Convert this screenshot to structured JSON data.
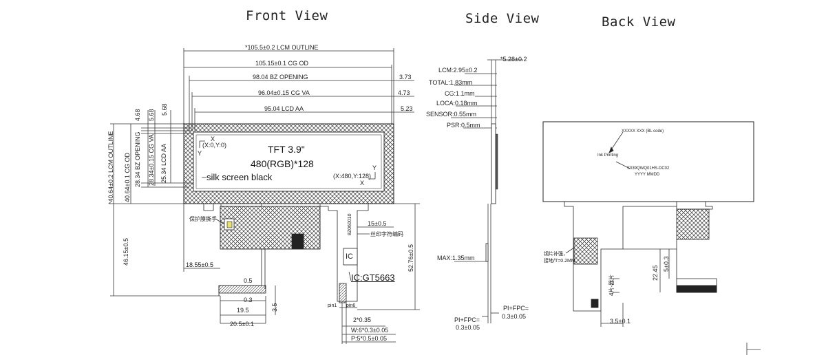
{
  "titles": {
    "front": "Front View",
    "side": "Side View",
    "back": "Back View"
  },
  "front": {
    "dims_h": {
      "lcm_outline": "*105.5±0.2 LCM OUTLINE",
      "cg_od": "105.15±0.1 CG OD",
      "bz_opening": "98.04 BZ OPENING",
      "cg_va": "96.04±0.15 CG VA",
      "lcd_aa": "95.04 LCD AA",
      "off_373": "3.73",
      "off_473": "4.73",
      "off_523": "5.23"
    },
    "dims_v": {
      "lcm_outline": "*40.64±0.2 LCM OUTLINE",
      "cg_od": "40.64±0.1 CG OD",
      "bz_opening": "28.34 BZ OPENING",
      "cg_va": "28.34±0.15 CG VA",
      "lcd_aa": "25.34 LCD AA",
      "off_468": "4.68",
      "off_568a": "5.68",
      "off_568b": "5.68"
    },
    "display": {
      "tft": "TFT 3.9\"",
      "resolution": "480(RGB)*128",
      "origin_x": "X",
      "origin_y": "Y",
      "origin_label": "(X:0,Y:0)",
      "end_label": "(X:480,Y:128)",
      "end_x": "X",
      "end_y": "Y"
    },
    "silk": "silk screen black",
    "protect": "保护膜撕手",
    "silk_print": "丝印字符编码",
    "code": "8Z060010",
    "ic_box": "IC",
    "ic_label": "IC:GT5663",
    "d_4615": "46.15±0.5",
    "d_1855": "18.55±0.5",
    "d_05": "0.5",
    "d_03": "0.3",
    "d_195": "19.5",
    "d_35": "3.5",
    "d_205": "20.5±0.1",
    "d_15": "15±0.5",
    "d_5276": "52.76±0.5",
    "pin1": "pin1",
    "pin6": "pin6",
    "d_2_035": "2*0.35",
    "d_w": "W:6*0.3±0.05",
    "d_p": "P:5*0.5±0.05"
  },
  "side": {
    "d_528": "*5.28±0.2",
    "lcm": "LCM:2.95±0.2",
    "total": "TOTAL:1.83mm",
    "cg": "CG:1.1mm",
    "loca": "LOCA:0.18mm",
    "sensor": "SENSOR:0.55mm",
    "psr": "PSR:0.5mm",
    "max": "MAX:1.35mm",
    "pi_fpc_left_1": "PI+FPC=",
    "pi_fpc_left_2": "0.3±0.05",
    "pi_fpc_right_1": "PI+FPC=",
    "pi_fpc_right_2": "0.3±0.05"
  },
  "back": {
    "bl_code": "XXXXX XXX (BL code)",
    "ink": "Ink Printing",
    "part": "S039QWQ01HS-DC02",
    "date": "YYYY MMDD",
    "steel_1": "钢片补强，",
    "steel_2": "接地/T=0.2MM",
    "d_2245": "22.45",
    "d_503": "5±0.3",
    "d_4pad": "4片-器片",
    "d_35": "3.5±0.1"
  }
}
